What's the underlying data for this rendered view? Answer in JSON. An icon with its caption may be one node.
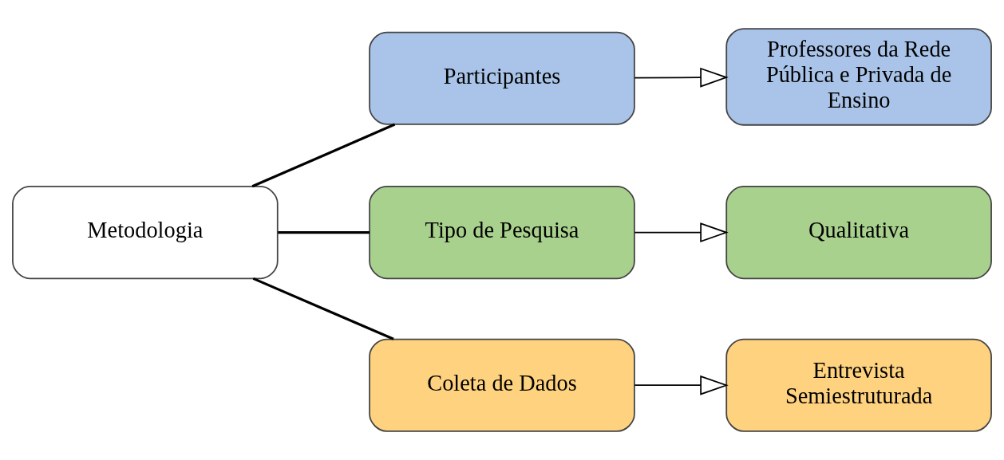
{
  "diagram": {
    "nodes": [
      {
        "text": [
          "Metodologia"
        ]
      },
      {
        "text": [
          "Participantes"
        ]
      },
      {
        "text": [
          "Professores da Rede Pública e Privada de Ensino"
        ]
      },
      {
        "text": [
          "Tipo de Pesquisa"
        ]
      },
      {
        "text": [
          "Qualitativa"
        ]
      },
      {
        "text": [
          "Coleta de Dados"
        ]
      },
      {
        "text": [
          "Entrevista Semiestruturada"
        ]
      }
    ],
    "edges": [
      {
        "from": 0,
        "to": 1,
        "arrow": "none"
      },
      {
        "from": 0,
        "to": 3,
        "arrow": "none"
      },
      {
        "from": 0,
        "to": 5,
        "arrow": "none"
      },
      {
        "from": 1,
        "to": 2,
        "arrow": "to"
      },
      {
        "from": 3,
        "to": 4,
        "arrow": "to"
      },
      {
        "from": 5,
        "to": 6,
        "arrow": "to"
      }
    ]
  }
}
